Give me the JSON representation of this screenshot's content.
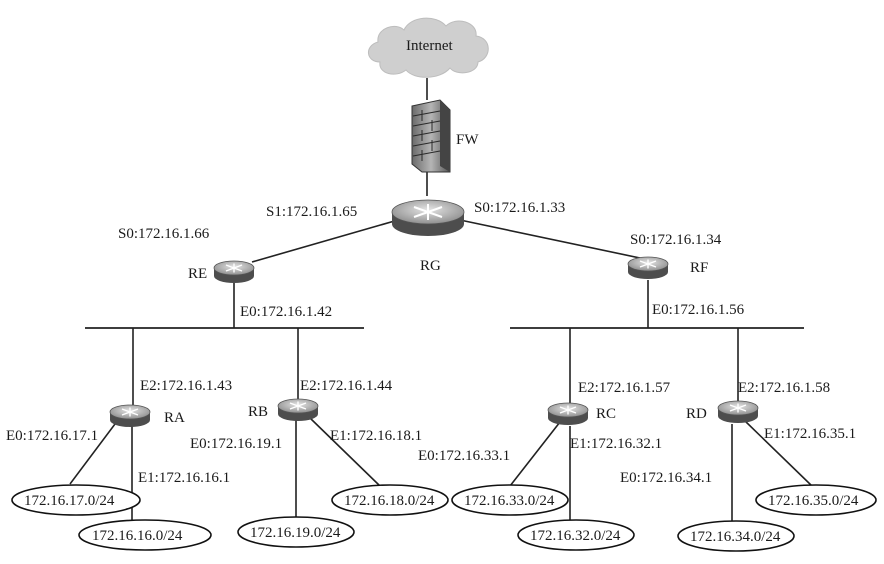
{
  "devices": {
    "internet": "Internet",
    "firewall": "FW",
    "rg": "RG",
    "re": "RE",
    "rf": "RF",
    "ra": "RA",
    "rb": "RB",
    "rc": "RC",
    "rd": "RD"
  },
  "interfaces": {
    "rg_s1": "S1:172.16.1.65",
    "rg_s0": "S0:172.16.1.33",
    "re_s0": "S0:172.16.1.66",
    "rf_s0": "S0:172.16.1.34",
    "re_e0": "E0:172.16.1.42",
    "rf_e0": "E0:172.16.1.56",
    "ra_e2": "E2:172.16.1.43",
    "rb_e2": "E2:172.16.1.44",
    "rc_e2": "E2:172.16.1.57",
    "rd_e2": "E2:172.16.1.58",
    "ra_e0": "E0:172.16.17.1",
    "ra_e1": "E1:172.16.16.1",
    "rb_e0": "E0:172.16.19.1",
    "rb_e1": "E1:172.16.18.1",
    "rc_e0": "E0:172.16.33.1",
    "rc_e1": "E1:172.16.32.1",
    "rd_e0": "E0:172.16.34.1",
    "rd_e1": "E1:172.16.35.1"
  },
  "networks": {
    "n17": "172.16.17.0/24",
    "n16": "172.16.16.0/24",
    "n19": "172.16.19.0/24",
    "n18": "172.16.18.0/24",
    "n33": "172.16.33.0/24",
    "n32": "172.16.32.0/24",
    "n34": "172.16.34.0/24",
    "n35": "172.16.35.0/24"
  },
  "colors": {
    "router_top": "#c8c8c8",
    "router_side": "#5a5a5a",
    "cloud": "#cfcfcf",
    "firewall": "#8a8a8a"
  }
}
